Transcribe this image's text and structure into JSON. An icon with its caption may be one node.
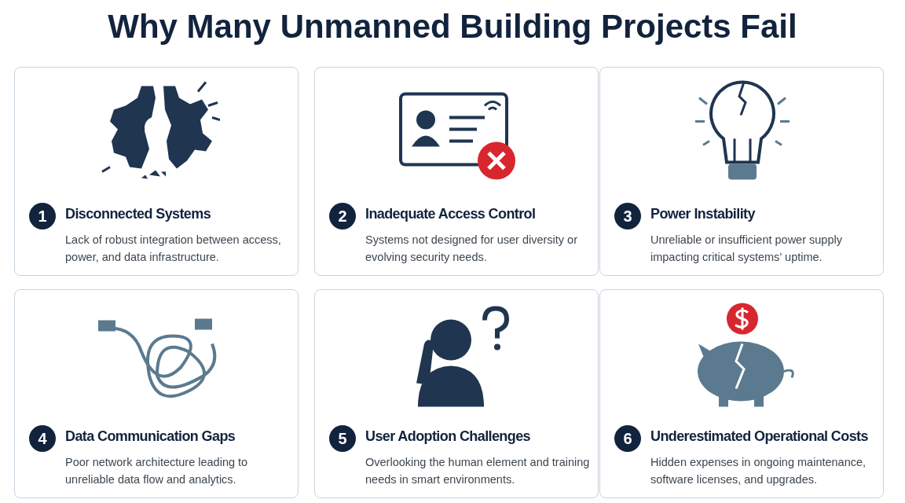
{
  "diagram": {
    "title": "Why Many Unmanned Building Projects Fail",
    "nodes": [
      {
        "text": [
          "Disconnected Systems",
          "Lack of robust integration between access, power, and data infrastructure."
        ]
      },
      {
        "text": [
          "1"
        ],
        "in": 0
      },
      {
        "text": [
          "Inadequate Access Control",
          "Systems not designed for user diversity or evolving security needs."
        ]
      },
      {
        "text": [
          "2"
        ],
        "in": 2
      },
      {
        "text": [
          "Power Instability",
          "Unreliable or insufficient power supply impacting critical systems’ uptime."
        ]
      },
      {
        "text": [
          "3"
        ],
        "in": 4
      },
      {
        "text": [
          "Data Communication Gaps",
          "Poor network architecture leading to unreliable data flow and analytics."
        ]
      },
      {
        "text": [
          "4"
        ],
        "in": 6
      },
      {
        "text": [
          "User Adoption Challenges",
          "Overlooking the human element and training needs in smart environments."
        ]
      },
      {
        "text": [
          "5"
        ],
        "in": 8
      },
      {
        "text": [
          "Underestimated Operational Costs",
          "Hidden expenses in ongoing maintenance, software licenses, and upgrades."
        ]
      },
      {
        "text": [
          "6"
        ],
        "in": 10
      }
    ]
  }
}
